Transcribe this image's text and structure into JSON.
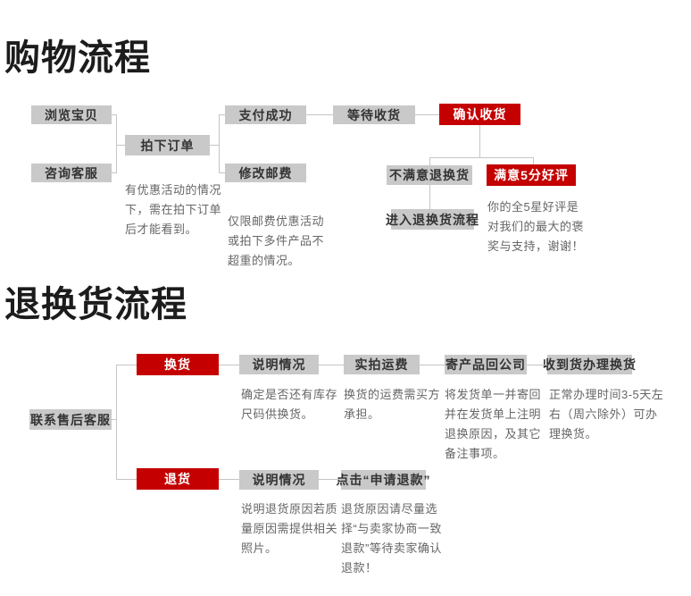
{
  "colors": {
    "box_gray": "#c9c9c9",
    "box_red": "#c40000",
    "box_text": "#333333",
    "box_text_on_red": "#ffffff",
    "note_text": "#666666",
    "connector": "#c5c5c5",
    "title_text": "#1c1c1c",
    "background": "#ffffff"
  },
  "shopping": {
    "title": "购物流程",
    "nodes": {
      "browse": "浏览宝贝",
      "consult": "咨询客服",
      "order": "拍下订单",
      "pay": "支付成功",
      "postage": "修改邮费",
      "wait": "等待收货",
      "confirm": "确认收货",
      "unsatisfied": "不满意退换货",
      "satisfied": "满意5分好评",
      "enter_return": "进入退换货流程"
    },
    "notes": {
      "order": "有优惠活动的情况下，需在拍下订单后才能看到。",
      "postage": "仅限邮费优惠活动或拍下多件产品不超重的情况。",
      "satisfied": "你的全5星好评是对我们的最大的褒奖与支持，谢谢！"
    }
  },
  "returns": {
    "title": "退换货流程",
    "nodes": {
      "contact": "联系售后客服",
      "exchange": "换货",
      "refund": "退货",
      "explain1": "说明情况",
      "shipping": "实拍运费",
      "send_back": "寄产品回公司",
      "receive": "收到货办理换货",
      "explain2": "说明情况",
      "click_refund": "点击“申请退款”"
    },
    "notes": {
      "explain1": "确定是否还有库存尺码供换货。",
      "shipping": "换货的运费需买方承担。",
      "send_back": "将发货单一并寄回并在发货单上注明退换原因，及其它备注事项。",
      "receive": "正常办理时间3-5天左右（周六除外）可办理换货。",
      "explain2": "说明退货原因若质量原因需提供相关照片。",
      "click_refund": "退货原因请尽量选择“与卖家协商一致退款”等待卖家确认退款！"
    }
  }
}
